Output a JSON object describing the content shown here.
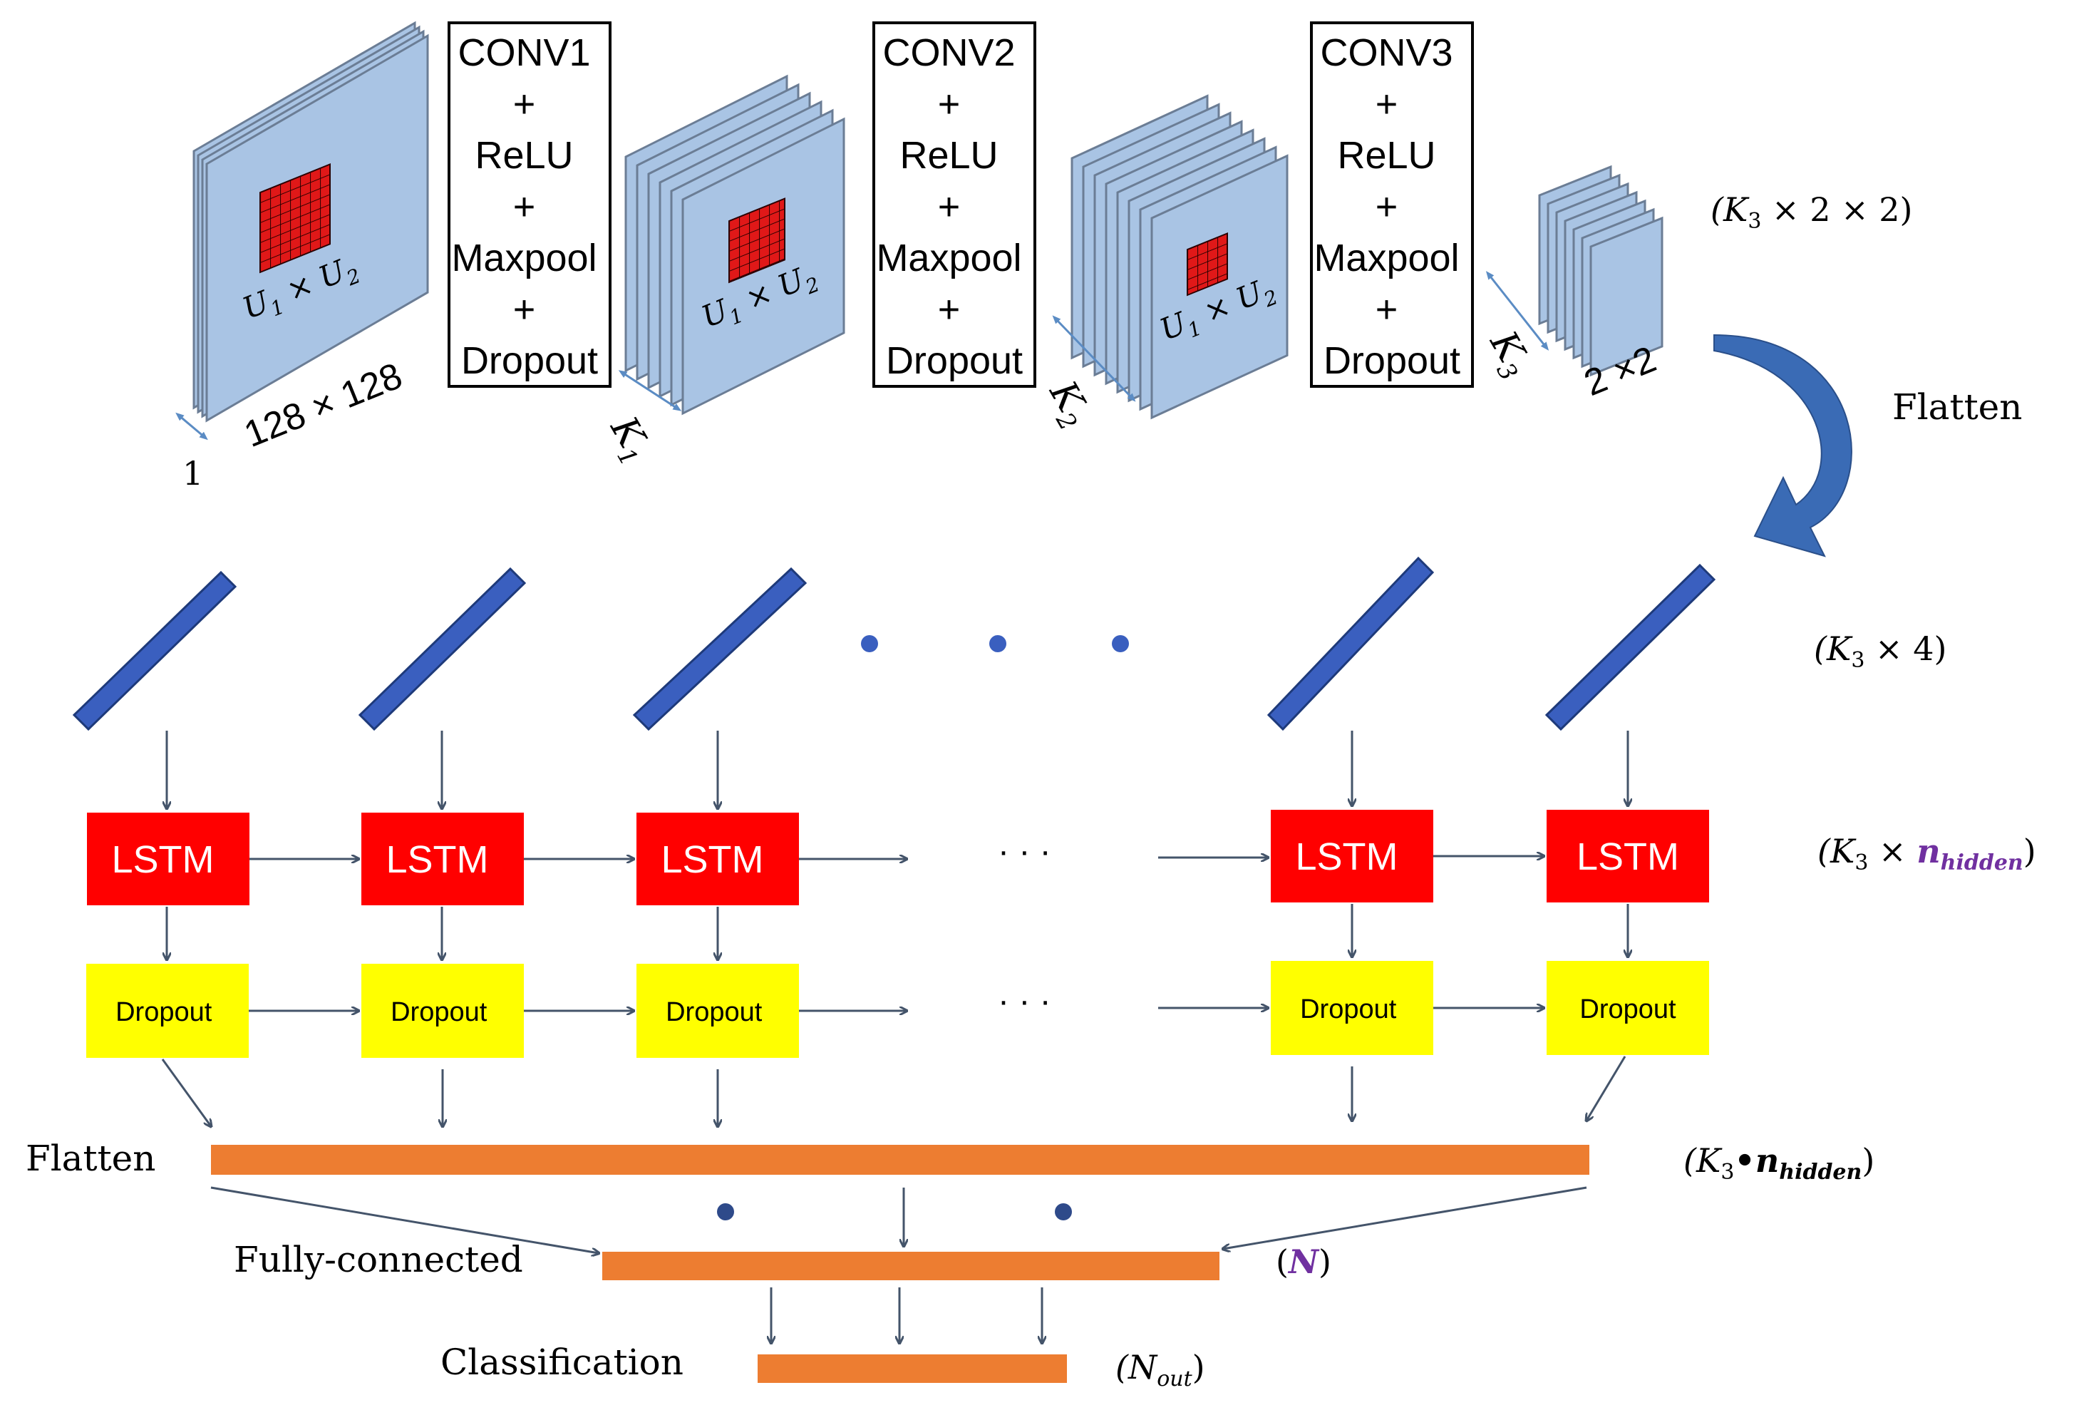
{
  "conv_blocks": [
    {
      "lines": [
        "CONV1",
        "+",
        "ReLU",
        "+",
        "Maxpool",
        "+",
        "Dropout"
      ]
    },
    {
      "lines": [
        "CONV2",
        "+",
        "ReLU",
        "+",
        "Maxpool",
        "+",
        "Dropout"
      ]
    },
    {
      "lines": [
        "CONV3",
        "+",
        "ReLU",
        "+",
        "Maxpool",
        "+",
        "Dropout"
      ]
    }
  ],
  "feature_maps": {
    "input_size": "128 × 128",
    "input_depth": "1",
    "filter_label": "U1 × U2",
    "filter_main": "U",
    "filter_sub1": "1",
    "filter_x": " × ",
    "filter_sub2": "2",
    "k1_main": "K",
    "k1_sub": "1",
    "k2_main": "K",
    "k2_sub": "2",
    "k3_main": "K",
    "k3_sub": "3",
    "final_size": "2 ×2"
  },
  "dims": {
    "conv_out": "(K3 × 2 × 2)",
    "conv_out_main": "(K",
    "conv_out_sub": "3",
    "conv_out_rest": " × 2 × 2)",
    "seq": "(K3 × 4)",
    "seq_main": "(K",
    "seq_sub": "3",
    "seq_rest": " × 4)",
    "lstm": "(K3 × nhidden)",
    "lstm_main": "(K",
    "lstm_sub": "3",
    "lstm_x": " × ",
    "lstm_n": "n",
    "lstm_n_sub": "hidden",
    "lstm_close": ")",
    "flat": "(K3•nhidden)",
    "flat_main": "(K",
    "flat_sub": "3",
    "flat_dot": "•",
    "flat_n": "n",
    "flat_n_sub": "hidden",
    "flat_close": ")",
    "fc": "(N)",
    "fc_open": "(",
    "fc_n": "N",
    "fc_close": ")",
    "out": "(Nout)",
    "out_main": "(N",
    "out_sub": "out",
    "out_close": ")"
  },
  "labels": {
    "flatten_top": "Flatten",
    "flatten_bottom": "Flatten",
    "fully_connected": "Fully-connected",
    "classification": "Classification",
    "ellipsis": "· · ·"
  },
  "lstm_cells": [
    "LSTM",
    "LSTM",
    "LSTM",
    "LSTM",
    "LSTM"
  ],
  "dropout_cells": [
    "Dropout",
    "Dropout",
    "Dropout",
    "Dropout",
    "Dropout"
  ],
  "colors": {
    "map_fill": "#a9c4e4",
    "map_stroke": "#6b7d95",
    "filter": "#e02020",
    "seq_bar": "#3a5fbf",
    "lstm": "#ff0000",
    "dropout": "#ffff00",
    "orange": "#ed7d31",
    "arrow": "#44546a",
    "accent": "#7030a0",
    "flatten_arrow": "#3a6bb5"
  }
}
